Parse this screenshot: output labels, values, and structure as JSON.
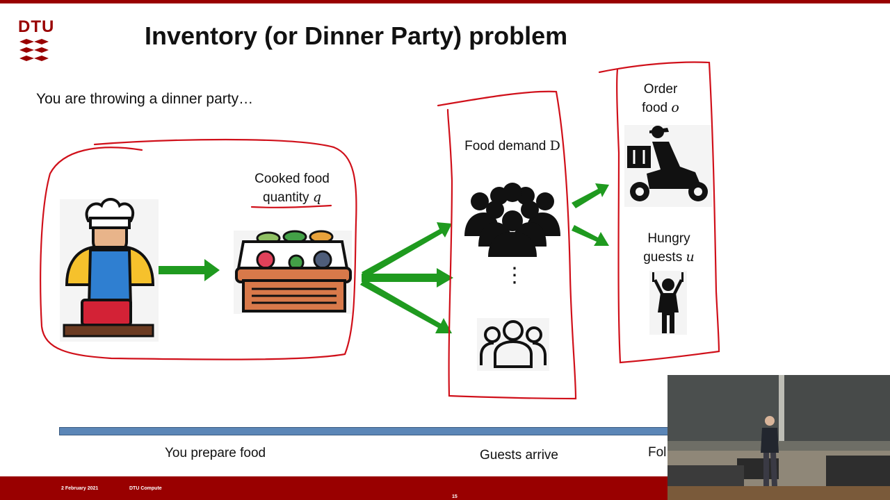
{
  "slide": {
    "logo": "DTU",
    "title": "Inventory (or Dinner Party) problem",
    "intro": "You are throwing a dinner party…"
  },
  "labels": {
    "cooked_line1": "Cooked food",
    "cooked_line2": "quantity",
    "cooked_var": "q",
    "demand_text": "Food demand",
    "demand_var": "D",
    "order_line1": "Order",
    "order_line2": "food",
    "order_var": "o",
    "hungry_line1": "Hungry",
    "hungry_line2": "guests",
    "hungry_var": "u",
    "dots": "⋮"
  },
  "timeline": {
    "prepare": "You prepare food",
    "guests": "Guests arrive",
    "follow": "Fol"
  },
  "footer": {
    "date": "2 February 2021",
    "dept": "DTU Compute",
    "page": "15"
  },
  "colors": {
    "brand": "#990000",
    "arrow_green": "#1f9a1f",
    "ink_red": "#d0101a",
    "timeline_blue": "#5b86b7"
  },
  "icons": [
    "chef-icon",
    "food-counter-icon",
    "crowd-icon",
    "group-outline-icon",
    "delivery-scooter-icon",
    "hungry-person-icon"
  ]
}
